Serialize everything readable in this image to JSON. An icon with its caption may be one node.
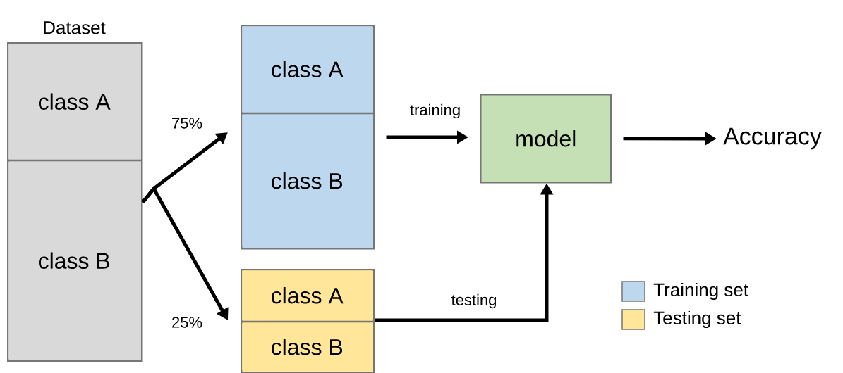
{
  "diagram": {
    "nodes": [
      {
        "text": [
          "Dataset"
        ]
      },
      {
        "text": [
          "class A"
        ],
        "in": 0
      },
      {
        "text": [
          "class B"
        ],
        "in": 0
      },
      {
        "text": [],
        "shape": "box"
      },
      {
        "text": [
          "class A"
        ],
        "in": 3
      },
      {
        "text": [
          "class B"
        ],
        "in": 3
      },
      {
        "text": [],
        "shape": "box"
      },
      {
        "text": [
          "class A"
        ],
        "in": 6
      },
      {
        "text": [
          "class B"
        ],
        "in": 6
      },
      {
        "text": [
          "model"
        ]
      },
      {
        "text": [
          "Accuracy"
        ]
      }
    ],
    "edges": [
      {
        "from": 0,
        "to": 3,
        "arrow": "to",
        "label": "75%"
      },
      {
        "from": 0,
        "to": 6,
        "arrow": "to",
        "label": "25%"
      },
      {
        "from": 3,
        "to": 9,
        "arrow": "to",
        "label": "training"
      },
      {
        "from": 6,
        "to": 9,
        "arrow": "to",
        "label": "testing"
      },
      {
        "from": 9,
        "to": 10,
        "arrow": "to"
      }
    ],
    "legend": [
      {
        "text": "Training set",
        "color": "#bdd7ee"
      },
      {
        "text": "Testing set",
        "color": "#ffe699"
      }
    ]
  }
}
